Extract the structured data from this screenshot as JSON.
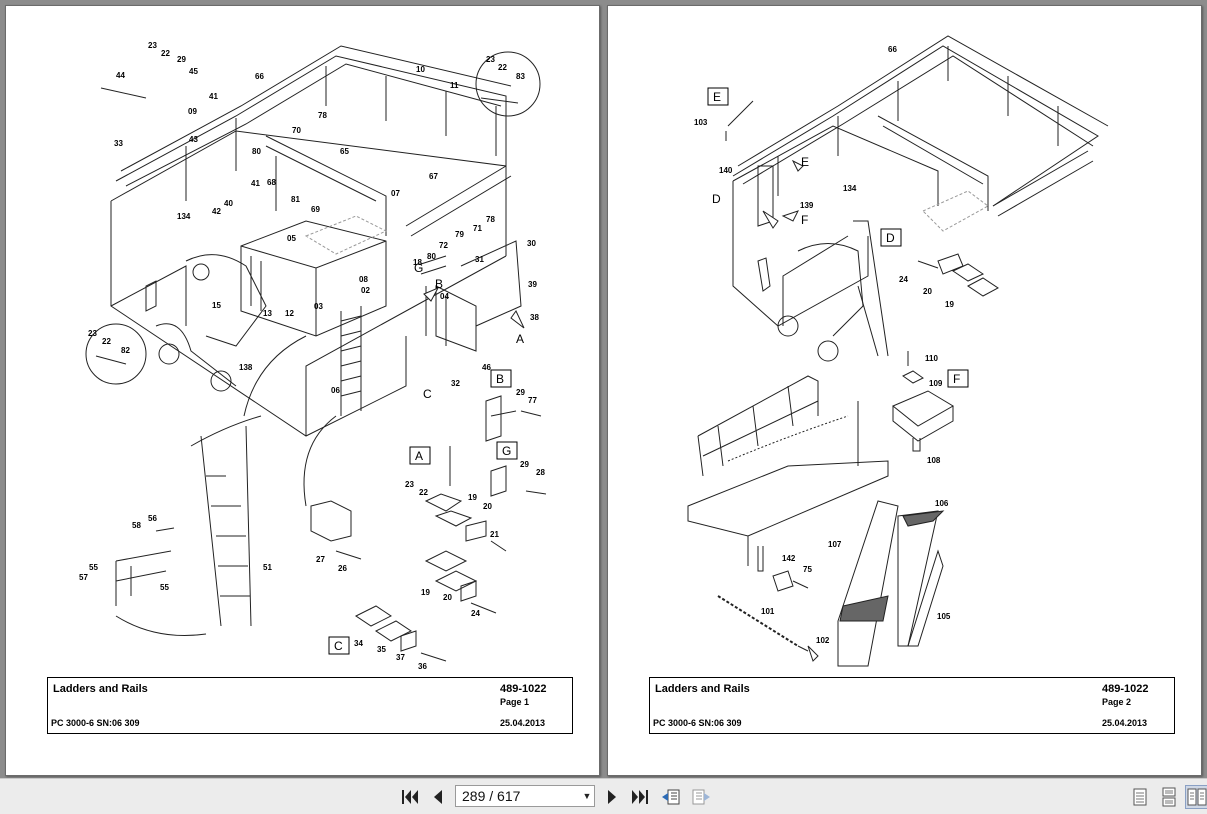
{
  "pages": [
    {
      "callouts": [
        "23",
        "22",
        "29",
        "45",
        "44",
        "09",
        "41",
        "66",
        "70",
        "78",
        "10",
        "11",
        "23",
        "22",
        "83",
        "43",
        "33",
        "80",
        "65",
        "68",
        "41",
        "42",
        "40",
        "134",
        "81",
        "69",
        "07",
        "67",
        "78",
        "71",
        "79",
        "72",
        "80",
        "18",
        "05",
        "08",
        "02",
        "04",
        "30",
        "31",
        "39",
        "38",
        "15",
        "13",
        "12",
        "03",
        "23",
        "22",
        "82",
        "138",
        "06",
        "32",
        "46",
        "29",
        "77",
        "28",
        "29",
        "23",
        "22",
        "19",
        "20",
        "21",
        "56",
        "58",
        "55",
        "57",
        "55",
        "51",
        "27",
        "26",
        "19",
        "20",
        "24",
        "34",
        "35",
        "37",
        "36"
      ],
      "view_letters": [
        "G",
        "B",
        "A",
        "C",
        "B",
        "A",
        "G",
        "C"
      ],
      "title": "Ladders and Rails",
      "doc_number": "489-1022",
      "page_label": "Page 1",
      "model": "PC 3000-6 SN:06 309",
      "date": "25.04.2013"
    },
    {
      "callouts": [
        "66",
        "103",
        "140",
        "139",
        "134",
        "24",
        "20",
        "19",
        "110",
        "109",
        "108",
        "106",
        "107",
        "142",
        "75",
        "101",
        "102",
        "105"
      ],
      "view_letters": [
        "E",
        "E",
        "D",
        "F",
        "D",
        "F"
      ],
      "title": "Ladders and Rails",
      "doc_number": "489-1022",
      "page_label": "Page 2",
      "model": "PC 3000-6 SN:06 309",
      "date": "25.04.2013"
    }
  ],
  "navigation": {
    "page_indicator": "289 / 617",
    "first_icon": "first-page-icon",
    "prev_icon": "previous-page-icon",
    "next_icon": "next-page-icon",
    "last_icon": "last-page-icon"
  },
  "colors": {
    "background": "#8c8c8c",
    "page": "#ffffff",
    "toolbar": "#ececec"
  }
}
